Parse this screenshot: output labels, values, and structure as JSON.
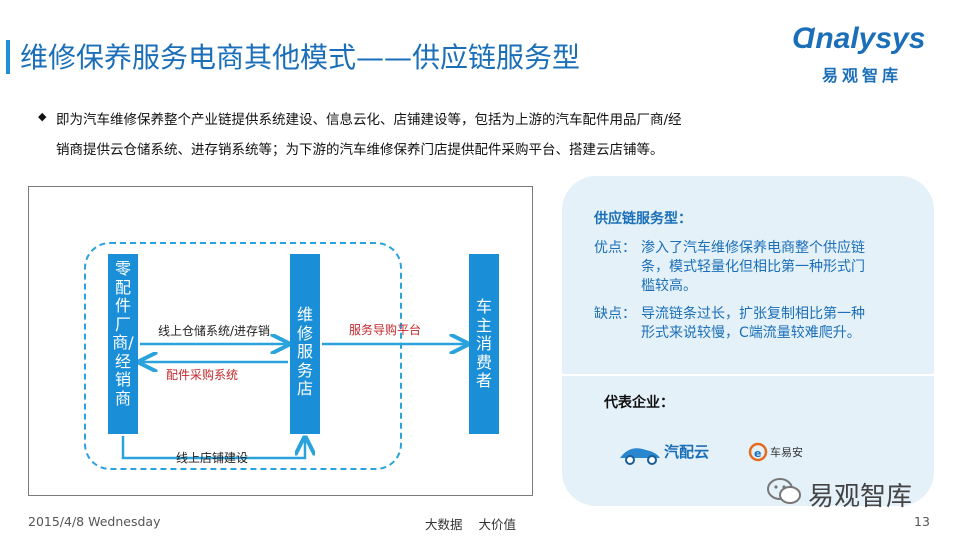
{
  "header": {
    "title": "维修保养服务电商其他模式——供应链服务型"
  },
  "brand": {
    "logo_name": "nalysys",
    "logo_sub": "易观智库",
    "accent_color": "#1b6fb8"
  },
  "bullets": {
    "line_1": "即为汽车维修保养整个产业链提供系统建设、信息云化、店铺建设等，包括为上游的汽车配件用品厂商/经",
    "line_2": "销商提供云仓储系统、进存销系统等；为下游的汽车维修保养门店提供配件采购平台、搭建云店铺等。"
  },
  "diagram": {
    "supplier_box": "零配件厂商/经销商",
    "shop_box": "维修服务店",
    "consumer_box": "车主消费者",
    "arrow_warehouse": "线上仓储系统/进存销",
    "arrow_purchase": "配件采购系统",
    "arrow_platform": "服务导购平台",
    "arrow_store": "线上店铺建设"
  },
  "panel": {
    "heading": "供应链服务型：",
    "pros_label": "优点：",
    "pros_lines": [
      "渗入了汽车维修保养电商整个供应链",
      "条，模式轻量化但相比第一种形式门",
      "槛较高。"
    ],
    "cons_label": "缺点：",
    "cons_lines": [
      "导流链条过长，扩张复制相比第一种",
      "形式来说较慢，C端流量较难爬升。"
    ],
    "reps_heading": "代表企业：",
    "company_1": "汽配云",
    "company_2": "车易安"
  },
  "watermark": {
    "wechat_text": "易观智库"
  },
  "footer": {
    "date": "2015/4/8 Wednesday",
    "slogan": "大数据 大价值",
    "page": "13"
  }
}
